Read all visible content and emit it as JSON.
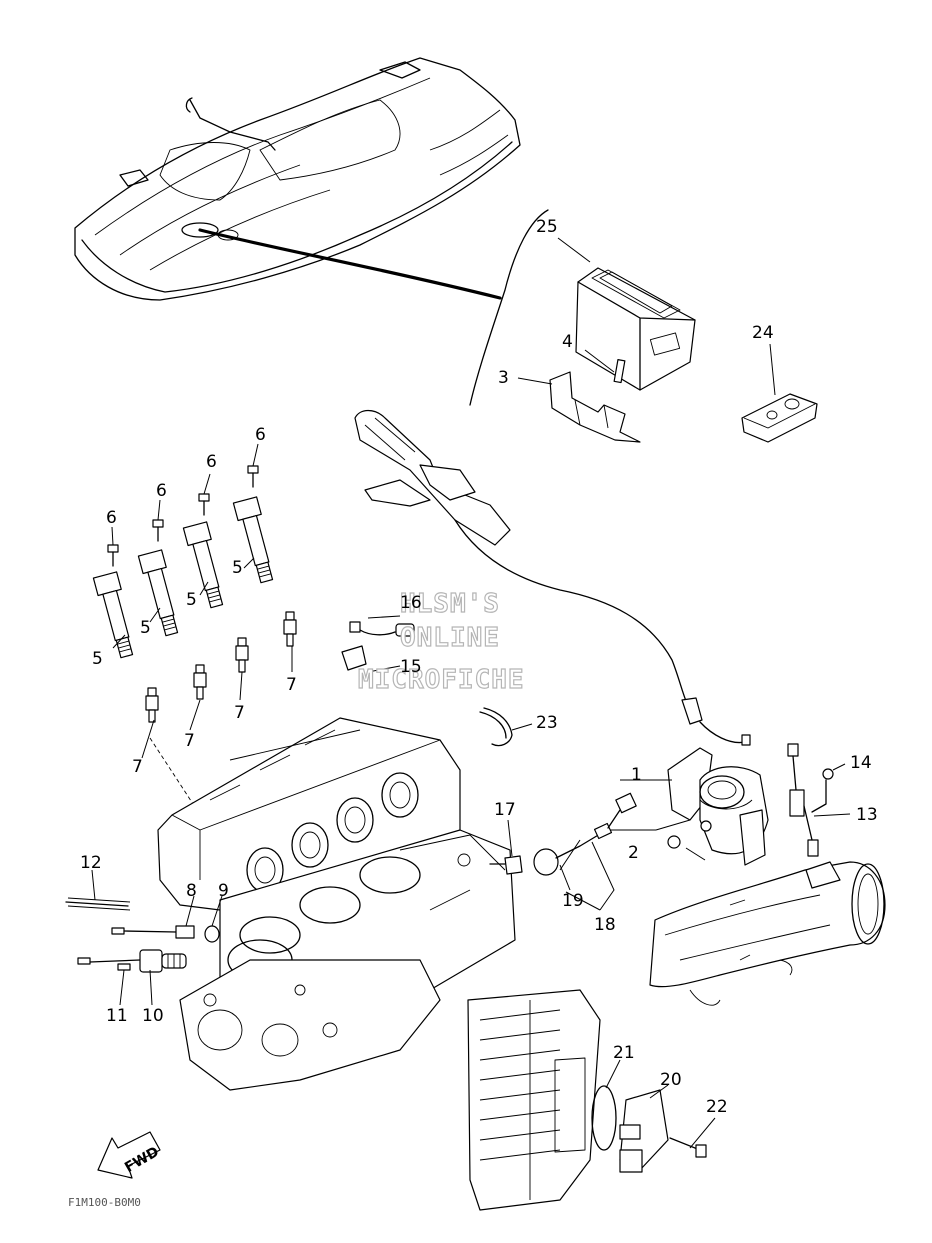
{
  "watermark": {
    "lines": [
      "HLSM'S",
      "ONLINE",
      "MICROFICHE"
    ]
  },
  "fwd_label": "FWD",
  "footer_code": "F1M100-B0M0",
  "callouts": {
    "c1": "1",
    "c2": "2",
    "c3": "3",
    "c4": "4",
    "c5a": "5",
    "c5b": "5",
    "c5c": "5",
    "c5d": "5",
    "c6a": "6",
    "c6b": "6",
    "c6c": "6",
    "c6d": "6",
    "c7a": "7",
    "c7b": "7",
    "c7c": "7",
    "c7d": "7",
    "c8": "8",
    "c9": "9",
    "c10": "10",
    "c11": "11",
    "c12": "12",
    "c13": "13",
    "c14": "14",
    "c15": "15",
    "c16": "16",
    "c17": "17",
    "c18": "18",
    "c19": "19",
    "c20": "20",
    "c21": "21",
    "c22": "22",
    "c23": "23",
    "c24": "24",
    "c25": "25"
  }
}
